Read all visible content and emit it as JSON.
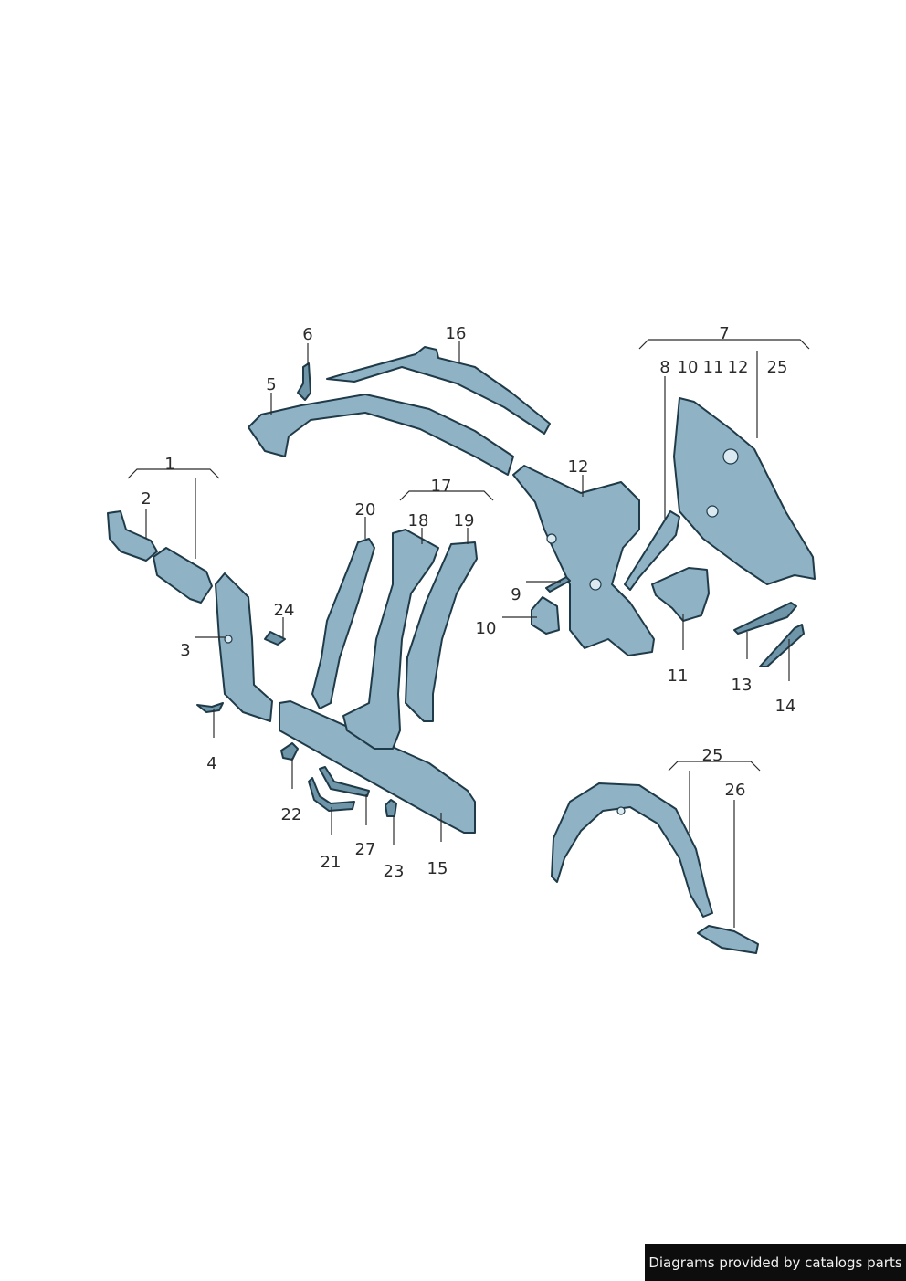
{
  "diagram": {
    "parts": [
      {
        "label": "1"
      },
      {
        "label": "2"
      },
      {
        "label": "3"
      },
      {
        "label": "4"
      },
      {
        "label": "5"
      },
      {
        "label": "6"
      },
      {
        "label": "7"
      },
      {
        "label": "8"
      },
      {
        "label": "9"
      },
      {
        "label": "10"
      },
      {
        "label": "11"
      },
      {
        "label": "12"
      },
      {
        "label": "13"
      },
      {
        "label": "14"
      },
      {
        "label": "15"
      },
      {
        "label": "16"
      },
      {
        "label": "17"
      },
      {
        "label": "18"
      },
      {
        "label": "19"
      },
      {
        "label": "20"
      },
      {
        "label": "21"
      },
      {
        "label": "22"
      },
      {
        "label": "23"
      },
      {
        "label": "24"
      },
      {
        "label": "25"
      },
      {
        "label": "26"
      },
      {
        "label": "27"
      }
    ],
    "group7_sublabels": [
      "8",
      "10",
      "11",
      "12",
      "25"
    ],
    "group25_label": "25",
    "colors": {
      "part_fill": "#8fb3c4",
      "part_stroke": "#1f3a48",
      "text": "#2b2b2b"
    }
  },
  "footer": {
    "credit_text": "Diagrams provided by catalogs parts"
  }
}
